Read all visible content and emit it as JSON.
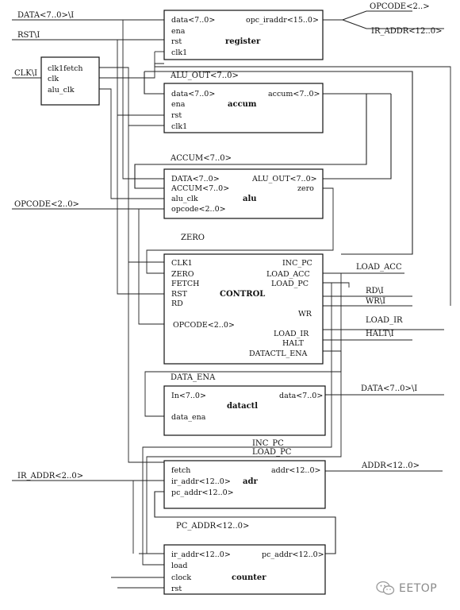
{
  "external": {
    "data_in": "DATA<7..0>\\I",
    "rst_in": "RST\\I",
    "clk_in": "CLK\\I",
    "opcode_out": "OPCODE<2..>",
    "ir_addr_out": "IR_ADDR<12..0>",
    "alu_out_bus": "ALU_OUT<7..0>",
    "accum_bus": "ACCUM<7..0>",
    "opcode_bus": "OPCODE<2..0>",
    "zero_sig": "ZERO",
    "load_acc": "LOAD_ACC",
    "rd": "RD\\I",
    "wr": "WR\\I",
    "load_ir": "LOAD_IR",
    "halt": "HALT\\I",
    "data_ena": "DATA_ENA",
    "data_out": "DATA<7..0>\\I",
    "inc_pc": "INC_PC",
    "load_pc": "LOAD_PC",
    "addr_out": "ADDR<12..0>",
    "ir_addr_in": "IR_ADDR<2..0>",
    "pc_addr": "PC_ADDR<12..0>"
  },
  "blocks": {
    "register": {
      "name": "register",
      "in1": "data<7..0>",
      "in2": "ena",
      "in3": "rst",
      "in4": "clk1",
      "out1": "opc_iraddr<15..0>"
    },
    "clkgen": {
      "p1": "clk1fetch",
      "p2": "clk",
      "p3": "alu_clk"
    },
    "accum": {
      "name": "accum",
      "in1": "data<7..0>",
      "in2": "ena",
      "in3": "rst",
      "in4": "clk1",
      "out1": "accum<7..0>"
    },
    "alu": {
      "name": "alu",
      "in1": "DATA<7..0>",
      "in2": "ACCUM<7..0>",
      "in3": "alu_clk",
      "in4": "opcode<2..0>",
      "out1": "ALU_OUT<7..0>",
      "out2": "zero"
    },
    "control": {
      "name": "CONTROL",
      "in1": "CLK1",
      "in2": "ZERO",
      "in3": "FETCH",
      "in4": "RST",
      "in5": "RD",
      "in6": "OPCODE<2..0>",
      "out1": "INC_PC",
      "out2": "LOAD_ACC",
      "out3": "LOAD_PC",
      "out4": "WR",
      "out5": "LOAD_IR",
      "out6": "HALT",
      "out7": "DATACTL_ENA"
    },
    "datactl": {
      "name": "datactl",
      "in1": "In<7..0>",
      "in2": "data_ena",
      "out1": "data<7..0>"
    },
    "adr": {
      "name": "adr",
      "in1": "fetch",
      "in2": "ir_addr<12..0>",
      "in3": "pc_addr<12..0>",
      "out1": "addr<12..0>"
    },
    "counter": {
      "name": "counter",
      "in1": "ir_addr<12..0>",
      "in2": "load",
      "in3": "clock",
      "in4": "rst",
      "out1": "pc_addr<12..0>"
    }
  },
  "watermark": {
    "text": "EETOP",
    "icon": "wechat-icon"
  }
}
